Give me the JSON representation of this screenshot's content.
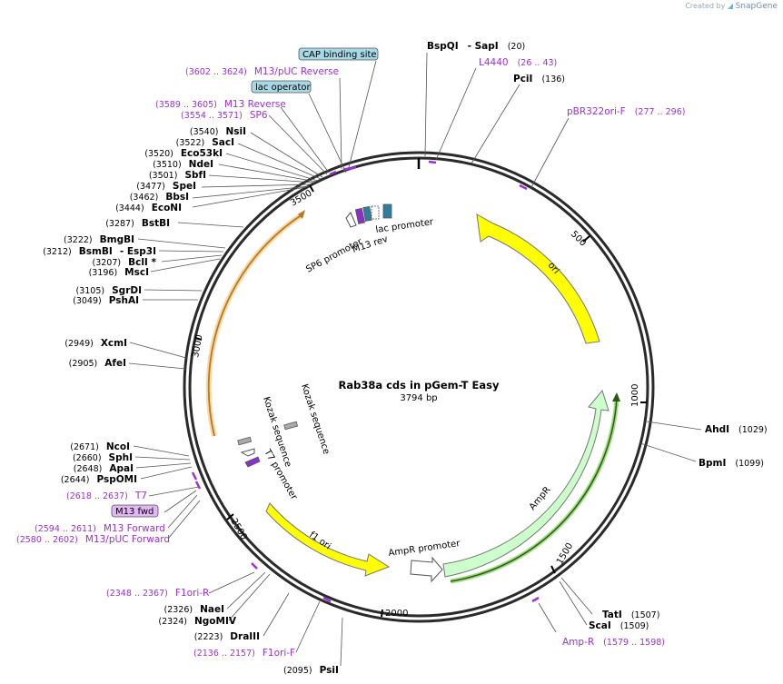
{
  "credit": {
    "prefix": "Created by",
    "brand": "SnapGene"
  },
  "plasmid": {
    "name": "Rab38a cds in pGem-T Easy",
    "length": "3794 bp"
  },
  "ticks": [
    "500",
    "1000",
    "1500",
    "2000",
    "2500",
    "3000",
    "3500"
  ],
  "sites_right": [
    {
      "name": "BspQI",
      "extra": "- SapI",
      "pos": "(20)"
    },
    {
      "name": "PciI",
      "extra": "",
      "pos": "(136)"
    },
    {
      "name": "AhdI",
      "extra": "",
      "pos": "(1029)"
    },
    {
      "name": "BpmI",
      "extra": "",
      "pos": "(1099)"
    },
    {
      "name": "TatI",
      "extra": "",
      "pos": "(1507)"
    },
    {
      "name": "ScaI",
      "extra": "",
      "pos": "(1509)"
    },
    {
      "name": "PsiI",
      "extra": "",
      "pos": "(2095)"
    }
  ],
  "sites_left": [
    {
      "name": "NsiI",
      "extra": "",
      "pos": "(3540)"
    },
    {
      "name": "SacI",
      "extra": "",
      "pos": "(3522)"
    },
    {
      "name": "Eco53kI",
      "extra": "",
      "pos": "(3520)"
    },
    {
      "name": "NdeI",
      "extra": "",
      "pos": "(3510)"
    },
    {
      "name": "SbfI",
      "extra": "",
      "pos": "(3501)"
    },
    {
      "name": "SpeI",
      "extra": "",
      "pos": "(3477)"
    },
    {
      "name": "BbsI",
      "extra": "",
      "pos": "(3462)"
    },
    {
      "name": "EcoNI",
      "extra": "",
      "pos": "(3444)"
    },
    {
      "name": "BstBI",
      "extra": "",
      "pos": "(3287)"
    },
    {
      "name": "BmgBI",
      "extra": "",
      "pos": "(3222)"
    },
    {
      "name": "BsmBI",
      "extra": "- Esp3I",
      "pos": "(3212)"
    },
    {
      "name": "BclI *",
      "extra": "",
      "pos": "(3207)"
    },
    {
      "name": "MscI",
      "extra": "",
      "pos": "(3196)"
    },
    {
      "name": "SgrDI",
      "extra": "",
      "pos": "(3105)"
    },
    {
      "name": "PshAI",
      "extra": "",
      "pos": "(3049)"
    },
    {
      "name": "XcmI",
      "extra": "",
      "pos": "(2949)"
    },
    {
      "name": "AfeI",
      "extra": "",
      "pos": "(2905)"
    },
    {
      "name": "NcoI",
      "extra": "",
      "pos": "(2671)"
    },
    {
      "name": "SphI",
      "extra": "",
      "pos": "(2660)"
    },
    {
      "name": "ApaI",
      "extra": "",
      "pos": "(2648)"
    },
    {
      "name": "PspOMI",
      "extra": "",
      "pos": "(2644)"
    },
    {
      "name": "NaeI",
      "extra": "",
      "pos": "(2326)"
    },
    {
      "name": "NgoMIV",
      "extra": "",
      "pos": "(2324)"
    },
    {
      "name": "DraIII",
      "extra": "",
      "pos": "(2223)"
    }
  ],
  "primers": [
    {
      "name": "M13/pUC Reverse",
      "range": "(3602 .. 3624)"
    },
    {
      "name": "M13 Reverse",
      "range": "(3589 .. 3605)"
    },
    {
      "name": "SP6",
      "range": "(3554 .. 3571)"
    },
    {
      "name": "L4440",
      "range": "(26 .. 43)"
    },
    {
      "name": "pBR322ori-F",
      "range": "(277 .. 296)"
    },
    {
      "name": "Amp-R",
      "range": "(1579 .. 1598)"
    },
    {
      "name": "T7",
      "range": "(2618 .. 2637)"
    },
    {
      "name": "M13 Forward",
      "range": "(2594 .. 2611)"
    },
    {
      "name": "M13/pUC Forward",
      "range": "(2580 .. 2602)"
    },
    {
      "name": "F1ori-R",
      "range": "(2348 .. 2367)"
    },
    {
      "name": "F1ori-F",
      "range": "(2136 .. 2157)"
    }
  ],
  "boxes": {
    "cap": "CAP binding site",
    "lac_operator": "lac operator",
    "m13fwd": "M13 fwd"
  },
  "features": {
    "ori": "ori",
    "ampr": "AmpR",
    "ampr_promoter": "AmpR promoter",
    "f1ori": "f1 ori",
    "lac_promoter": "lac promoter",
    "m13rev": "M13 rev",
    "sp6_promoter": "SP6 promoter",
    "t7_promoter": "T7 promoter",
    "kozak1": "Kozak sequence",
    "kozak2": "Kozak sequence"
  },
  "colors": {
    "primer": "#9b30d9",
    "ori": "#ffff00",
    "ampr": "#ccffcc",
    "insert": "#f5a623",
    "lac": "#2e7f9e",
    "box": "#a7d8e6",
    "m13box": "#e2b6f4"
  }
}
